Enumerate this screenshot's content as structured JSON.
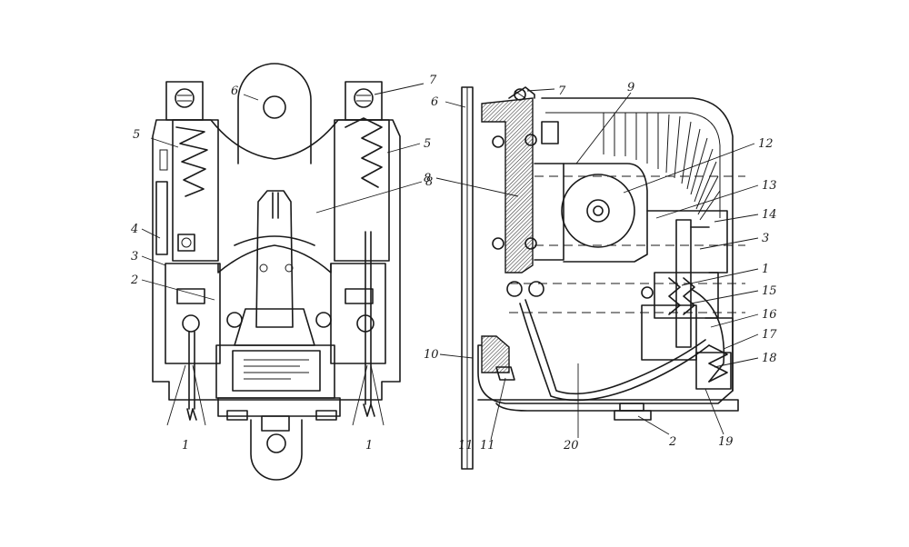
{
  "left_view": {
    "callouts": [
      "7",
      "6",
      "5",
      "5",
      "8",
      "4",
      "3",
      "2",
      "1",
      "1"
    ]
  },
  "right_view": {
    "callouts": [
      "7",
      "6",
      "9",
      "12",
      "8",
      "13",
      "14",
      "3",
      "1",
      "15",
      "16",
      "17",
      "18",
      "10",
      "11",
      "20",
      "2",
      "19",
      "11"
    ]
  }
}
